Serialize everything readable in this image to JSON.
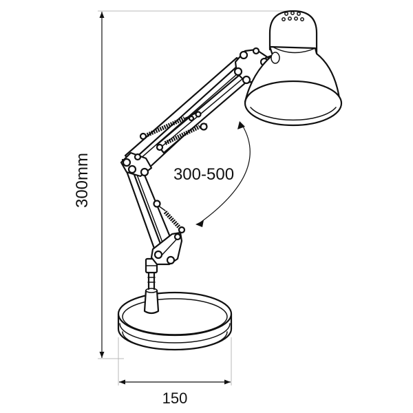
{
  "dimensions": {
    "height": "300mm",
    "width": "150",
    "arm_range": "300-500"
  },
  "colors": {
    "line": "#111111",
    "extension_line": "#b8b8b8",
    "background": "#ffffff"
  },
  "icons": [
    "desk-lamp-drawing"
  ]
}
